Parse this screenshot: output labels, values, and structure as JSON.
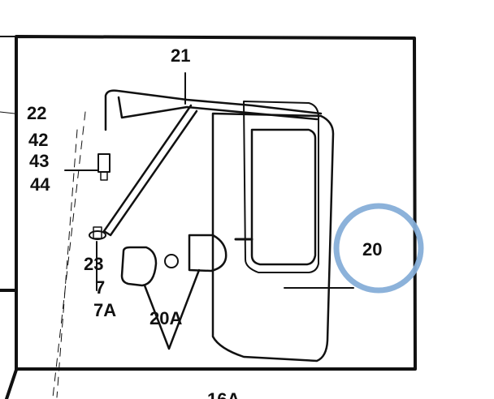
{
  "labels": {
    "part_21": "21",
    "part_22": "22",
    "part_42": "42",
    "part_43": "43",
    "part_44": "44",
    "part_23": "23",
    "part_7": "7",
    "part_7a": "7A",
    "part_20a": "20A",
    "part_20": "20",
    "part_16a": "16A"
  },
  "colors": {
    "highlight_circle": "#86aed8",
    "line": "#111111"
  }
}
